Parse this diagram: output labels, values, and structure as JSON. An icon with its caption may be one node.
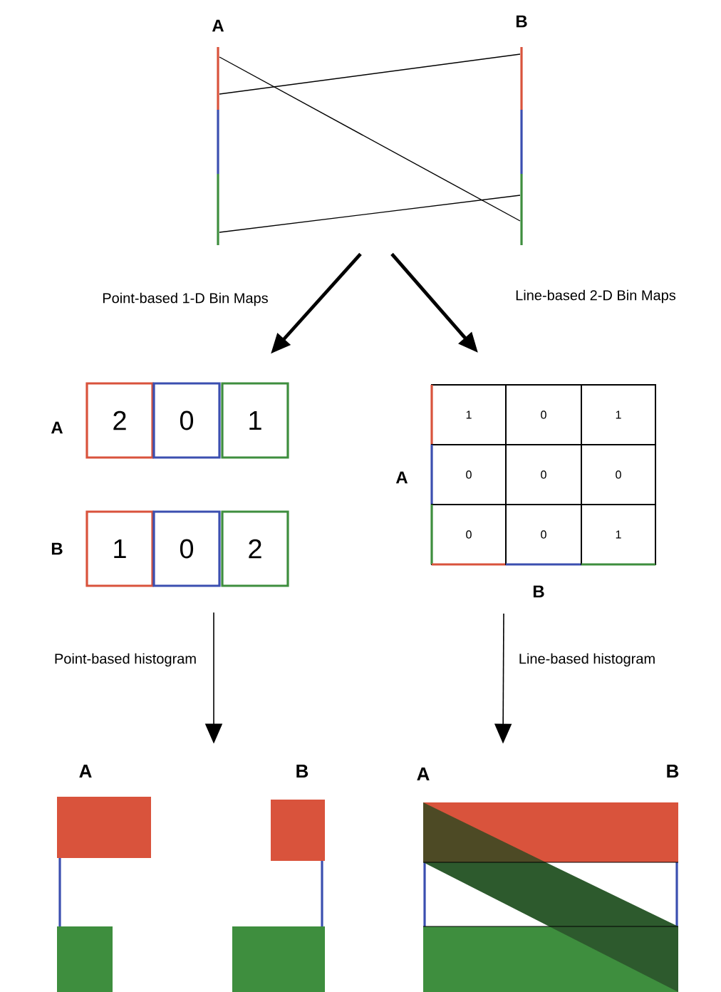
{
  "diagram": {
    "nodes": [
      {
        "text": [],
        "shape": "picture"
      },
      {
        "text": [
          "2"
        ]
      },
      {
        "text": [
          "0"
        ]
      },
      {
        "text": [
          "1"
        ]
      },
      {
        "text": [
          "1"
        ]
      },
      {
        "text": [
          "0"
        ]
      },
      {
        "text": [
          "2"
        ]
      },
      {
        "text": [
          "1"
        ]
      },
      {
        "text": [
          "0"
        ]
      },
      {
        "text": [
          "1"
        ]
      },
      {
        "text": [
          "0"
        ]
      },
      {
        "text": [
          "0"
        ]
      },
      {
        "text": [
          "0"
        ]
      },
      {
        "text": [
          "0"
        ]
      },
      {
        "text": [
          "0"
        ]
      },
      {
        "text": [
          "1"
        ]
      },
      {
        "text": [],
        "shape": "picture"
      },
      {
        "text": [],
        "shape": "picture"
      }
    ],
    "edges": [
      {
        "from": 0,
        "to": 3,
        "arrow": "to",
        "label": "Point-based 1-D Bin Maps",
        "style": "thick"
      },
      {
        "from": 0,
        "to": 7,
        "arrow": "to",
        "label": "Line-based 2-D Bin Maps",
        "style": "thick"
      },
      {
        "from": 5,
        "to": 16,
        "arrow": "to",
        "label": "Point-based histogram"
      },
      {
        "from": 14,
        "to": 17,
        "arrow": "to",
        "label": "Line-based histogram"
      }
    ],
    "labels": [
      "A",
      "B",
      "A",
      "A",
      "B",
      "B",
      "A",
      "B",
      "A",
      "B"
    ]
  }
}
